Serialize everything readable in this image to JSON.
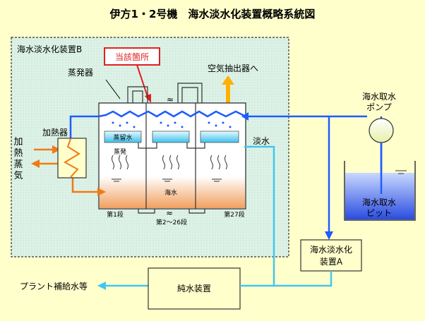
{
  "title": "伊方1・2号機　海水淡水化装置概略系統図",
  "unit_b": "海水淡水化装置B",
  "highlight": "当該箇所",
  "evaporator": "蒸発器",
  "air_extractor": "空気抽出器へ",
  "seawater_pump": [
    "海水取水",
    "ポンプ"
  ],
  "heater": "加熱器",
  "heating_steam": [
    "加",
    "熱",
    "蒸",
    "気"
  ],
  "distilled_water_label": "蒸留水",
  "evaporation_label": "蒸発",
  "fresh_water": "淡水",
  "seawater_label": "海水",
  "stage_first": "第1段",
  "stage_middle": "第2～26段",
  "stage_last": "第27段",
  "seawater_pit": [
    "海水取水",
    "ピット"
  ],
  "unit_a": [
    "海水淡水化",
    "装置A"
  ],
  "pure_water_unit": "純水装置",
  "plant_water": "プラント補給水等",
  "colors": {
    "background": "#FFFFCC",
    "panel": "#DDF2E7",
    "seawater_line": "#1E5CFF",
    "freshwater_line": "#42C6F0",
    "steam_line": "#F07A14",
    "highlight_red": "#E02020"
  }
}
